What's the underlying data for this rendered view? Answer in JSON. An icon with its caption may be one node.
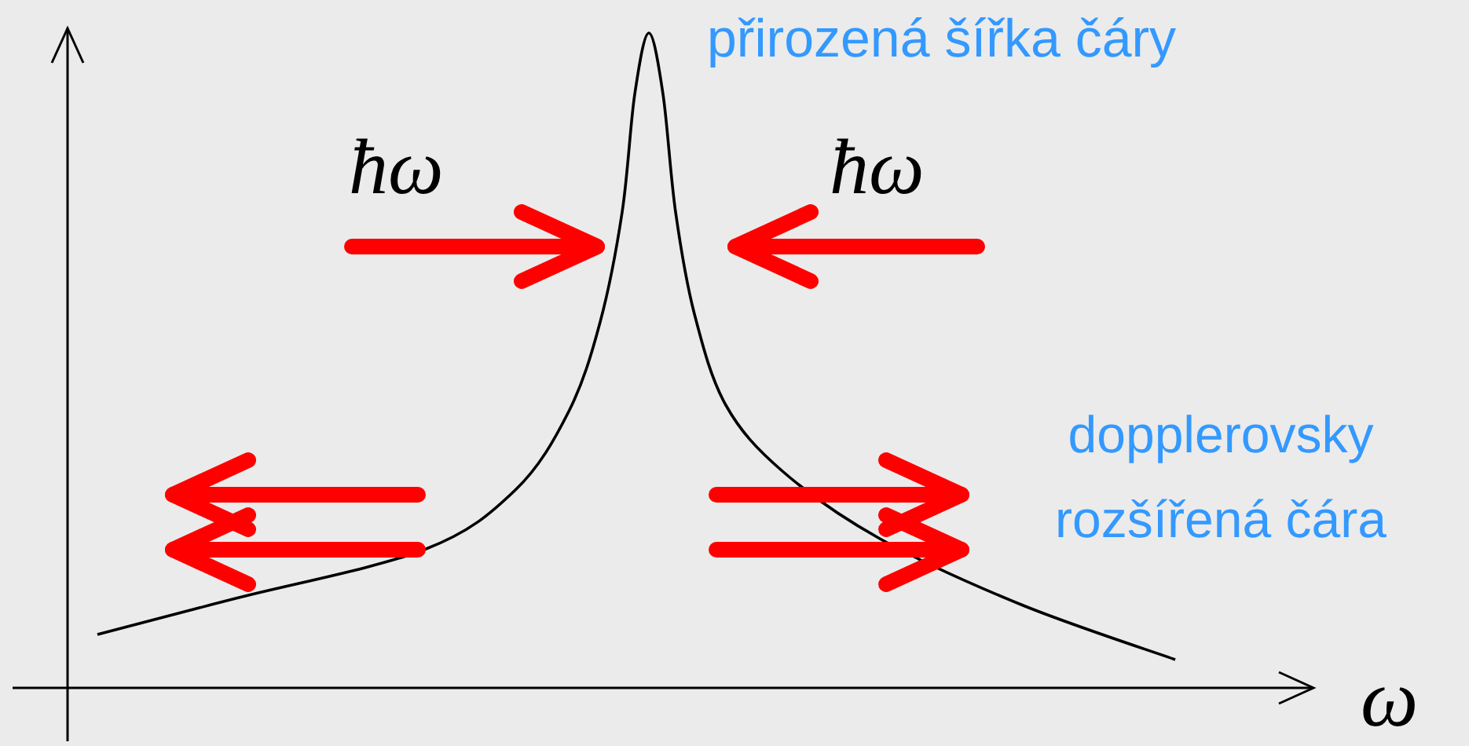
{
  "diagram": {
    "labels": [
      "přirozená šířka čáry",
      "ħω",
      "ħω",
      "dopplerovsky rozšířená čára",
      "ω"
    ]
  }
}
